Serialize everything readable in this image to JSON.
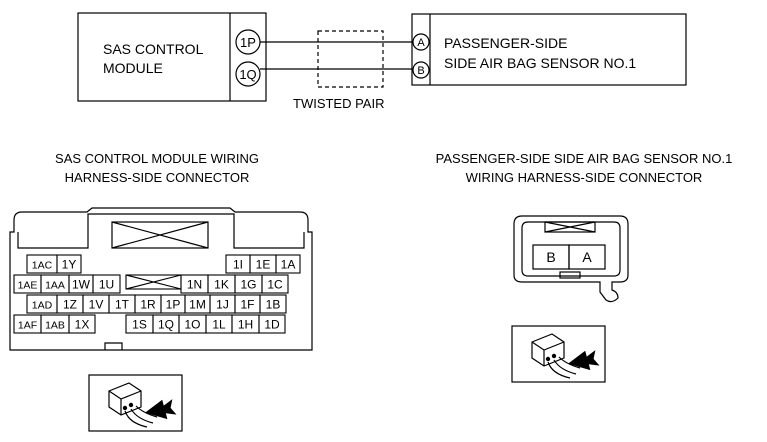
{
  "wiring": {
    "sas_module_label_line1": "SAS CONTROL",
    "sas_module_label_line2": "MODULE",
    "pin_1p": "1P",
    "pin_1q": "1Q",
    "twisted_pair_label": "TWISTED PAIR",
    "pin_a": "A",
    "pin_b": "B",
    "sensor_label_line1": "PASSENGER-SIDE",
    "sensor_label_line2": "SIDE AIR BAG SENSOR NO.1"
  },
  "sas_connector": {
    "title_line1": "SAS CONTROL MODULE WIRING",
    "title_line2": "HARNESS-SIDE CONNECTOR",
    "row1_left": [
      "1AC",
      "1Y"
    ],
    "row1_right": [
      "1I",
      "1E",
      "1A"
    ],
    "row2_left": [
      "1AE",
      "1AA",
      "1W",
      "1U"
    ],
    "row2_right": [
      "1N",
      "1K",
      "1G",
      "1C"
    ],
    "row3": [
      "1AD",
      "1Z",
      "1V",
      "1T",
      "1R",
      "1P",
      "1M",
      "1J",
      "1F",
      "1B"
    ],
    "row4_left": [
      "1AF",
      "1AB",
      "1X"
    ],
    "row4_right": [
      "1S",
      "1Q",
      "1O",
      "1L",
      "1H",
      "1D"
    ]
  },
  "sensor_connector": {
    "title_line1": "PASSENGER-SIDE SIDE AIR BAG SENSOR NO.1",
    "title_line2": "WIRING HARNESS-SIDE CONNECTOR",
    "terminals": [
      "B",
      "A"
    ]
  },
  "icons": [
    "harness-side-view-icon",
    "harness-side-view-icon"
  ]
}
